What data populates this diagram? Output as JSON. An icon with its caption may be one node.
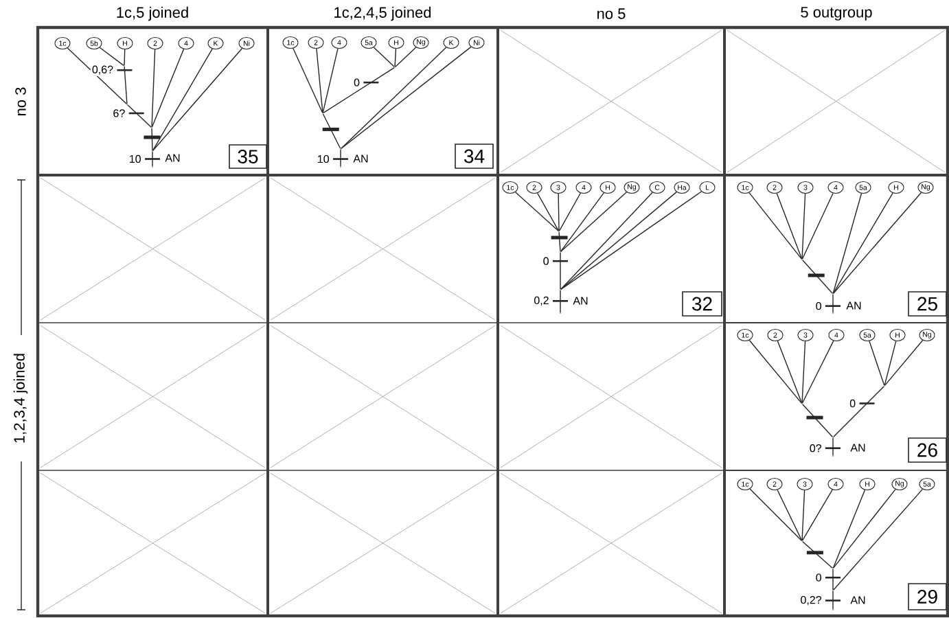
{
  "diagram": {
    "nodes": [
      {
        "text": [
          "1c"
        ]
      },
      {
        "text": [
          "5b"
        ]
      },
      {
        "text": [
          "H"
        ]
      },
      {
        "text": [
          "2"
        ]
      },
      {
        "text": [
          "4"
        ]
      },
      {
        "text": [
          "K"
        ]
      },
      {
        "text": [
          "Ni"
        ]
      },
      {
        "text": [],
        "shape": "point"
      },
      {
        "text": [],
        "shape": "point"
      },
      {
        "text": [],
        "shape": "point"
      },
      {
        "text": [],
        "shape": "point"
      },
      {
        "text": [
          "35"
        ]
      },
      {
        "text": [
          "1c"
        ]
      },
      {
        "text": [
          "2"
        ]
      },
      {
        "text": [
          "4"
        ]
      },
      {
        "text": [
          "5a"
        ]
      },
      {
        "text": [
          "H"
        ]
      },
      {
        "text": [
          "Ng"
        ]
      },
      {
        "text": [
          "K"
        ]
      },
      {
        "text": [
          "Ni"
        ]
      },
      {
        "text": [],
        "shape": "point"
      },
      {
        "text": [],
        "shape": "point"
      },
      {
        "text": [],
        "shape": "point"
      },
      {
        "text": [
          "34"
        ]
      },
      {
        "text": [
          "1c"
        ]
      },
      {
        "text": [
          "2"
        ]
      },
      {
        "text": [
          "3"
        ]
      },
      {
        "text": [
          "4"
        ]
      },
      {
        "text": [
          "H"
        ]
      },
      {
        "text": [
          "Ng"
        ]
      },
      {
        "text": [
          "C"
        ]
      },
      {
        "text": [
          "Ha"
        ]
      },
      {
        "text": [
          "L"
        ]
      },
      {
        "text": [],
        "shape": "point"
      },
      {
        "text": [],
        "shape": "point"
      },
      {
        "text": [],
        "shape": "point"
      },
      {
        "text": [
          "32"
        ]
      },
      {
        "text": [
          "1c"
        ]
      },
      {
        "text": [
          "2"
        ]
      },
      {
        "text": [
          "3"
        ]
      },
      {
        "text": [
          "4"
        ]
      },
      {
        "text": [
          "5a"
        ]
      },
      {
        "text": [
          "H"
        ]
      },
      {
        "text": [
          "Ng"
        ]
      },
      {
        "text": [],
        "shape": "point"
      },
      {
        "text": [],
        "shape": "point"
      },
      {
        "text": [
          "25"
        ]
      },
      {
        "text": [
          "1c"
        ]
      },
      {
        "text": [
          "2"
        ]
      },
      {
        "text": [
          "3"
        ]
      },
      {
        "text": [
          "4"
        ]
      },
      {
        "text": [
          "5a"
        ]
      },
      {
        "text": [
          "H"
        ]
      },
      {
        "text": [
          "Ng"
        ]
      },
      {
        "text": [],
        "shape": "point"
      },
      {
        "text": [],
        "shape": "point"
      },
      {
        "text": [],
        "shape": "point"
      },
      {
        "text": [
          "26"
        ]
      },
      {
        "text": [
          "1c"
        ]
      },
      {
        "text": [
          "2"
        ]
      },
      {
        "text": [
          "3"
        ]
      },
      {
        "text": [
          "4"
        ]
      },
      {
        "text": [
          "H"
        ]
      },
      {
        "text": [
          "Ng"
        ]
      },
      {
        "text": [
          "5a"
        ]
      },
      {
        "text": [],
        "shape": "point"
      },
      {
        "text": [],
        "shape": "point"
      },
      {
        "text": [],
        "shape": "point"
      },
      {
        "text": [
          "29"
        ]
      },
      {
        "text": [],
        "shape": "point",
        "beside": [
          "AN"
        ]
      },
      {
        "text": [],
        "shape": "point",
        "beside": [
          "AN"
        ]
      },
      {
        "text": [],
        "shape": "point",
        "beside": [
          "AN"
        ]
      },
      {
        "text": [],
        "shape": "point",
        "beside": [
          "AN"
        ]
      },
      {
        "text": [],
        "shape": "point",
        "beside": [
          "AN"
        ]
      },
      {
        "text": [],
        "shape": "point",
        "beside": [
          "AN"
        ]
      }
    ],
    "edges": [
      {
        "from": 1,
        "to": 7,
        "arrow": "none"
      },
      {
        "from": 2,
        "to": 7,
        "arrow": "none"
      },
      {
        "from": 7,
        "to": 8,
        "arrow": "none",
        "label": "0,6?"
      },
      {
        "from": 0,
        "to": 8,
        "arrow": "none"
      },
      {
        "from": 8,
        "to": 9,
        "arrow": "none",
        "label": "6?"
      },
      {
        "from": 3,
        "to": 9,
        "arrow": "none"
      },
      {
        "from": 4,
        "to": 9,
        "arrow": "none"
      },
      {
        "from": 9,
        "to": 10,
        "arrow": "none"
      },
      {
        "from": 5,
        "to": 10,
        "arrow": "none"
      },
      {
        "from": 6,
        "to": 10,
        "arrow": "none"
      },
      {
        "from": 10,
        "to": 69,
        "arrow": "none",
        "label": "10"
      },
      {
        "from": 15,
        "to": 20,
        "arrow": "none"
      },
      {
        "from": 16,
        "to": 20,
        "arrow": "none"
      },
      {
        "from": 17,
        "to": 20,
        "arrow": "none"
      },
      {
        "from": 20,
        "to": 21,
        "arrow": "none",
        "label": "0"
      },
      {
        "from": 12,
        "to": 21,
        "arrow": "none"
      },
      {
        "from": 13,
        "to": 21,
        "arrow": "none"
      },
      {
        "from": 14,
        "to": 21,
        "arrow": "none"
      },
      {
        "from": 21,
        "to": 22,
        "arrow": "none"
      },
      {
        "from": 18,
        "to": 22,
        "arrow": "none"
      },
      {
        "from": 19,
        "to": 22,
        "arrow": "none"
      },
      {
        "from": 22,
        "to": 70,
        "arrow": "none",
        "label": "10"
      },
      {
        "from": 24,
        "to": 33,
        "arrow": "none"
      },
      {
        "from": 25,
        "to": 33,
        "arrow": "none"
      },
      {
        "from": 26,
        "to": 33,
        "arrow": "none"
      },
      {
        "from": 27,
        "to": 33,
        "arrow": "none"
      },
      {
        "from": 33,
        "to": 34,
        "arrow": "none"
      },
      {
        "from": 28,
        "to": 34,
        "arrow": "none"
      },
      {
        "from": 29,
        "to": 34,
        "arrow": "none"
      },
      {
        "from": 34,
        "to": 35,
        "arrow": "none",
        "label": "0"
      },
      {
        "from": 30,
        "to": 35,
        "arrow": "none"
      },
      {
        "from": 31,
        "to": 35,
        "arrow": "none"
      },
      {
        "from": 32,
        "to": 35,
        "arrow": "none"
      },
      {
        "from": 35,
        "to": 71,
        "arrow": "none",
        "label": "0,2"
      },
      {
        "from": 37,
        "to": 44,
        "arrow": "none"
      },
      {
        "from": 38,
        "to": 44,
        "arrow": "none"
      },
      {
        "from": 39,
        "to": 44,
        "arrow": "none"
      },
      {
        "from": 40,
        "to": 44,
        "arrow": "none"
      },
      {
        "from": 44,
        "to": 45,
        "arrow": "none"
      },
      {
        "from": 41,
        "to": 45,
        "arrow": "none"
      },
      {
        "from": 42,
        "to": 45,
        "arrow": "none"
      },
      {
        "from": 43,
        "to": 45,
        "arrow": "none"
      },
      {
        "from": 45,
        "to": 72,
        "arrow": "none",
        "label": "0"
      },
      {
        "from": 47,
        "to": 54,
        "arrow": "none"
      },
      {
        "from": 48,
        "to": 54,
        "arrow": "none"
      },
      {
        "from": 49,
        "to": 54,
        "arrow": "none"
      },
      {
        "from": 50,
        "to": 54,
        "arrow": "none"
      },
      {
        "from": 51,
        "to": 55,
        "arrow": "none"
      },
      {
        "from": 52,
        "to": 55,
        "arrow": "none"
      },
      {
        "from": 53,
        "to": 55,
        "arrow": "none"
      },
      {
        "from": 54,
        "to": 56,
        "arrow": "none"
      },
      {
        "from": 55,
        "to": 56,
        "arrow": "none",
        "label": "0"
      },
      {
        "from": 56,
        "to": 73,
        "arrow": "none",
        "label": "0?"
      },
      {
        "from": 58,
        "to": 65,
        "arrow": "none"
      },
      {
        "from": 59,
        "to": 65,
        "arrow": "none"
      },
      {
        "from": 60,
        "to": 65,
        "arrow": "none"
      },
      {
        "from": 61,
        "to": 65,
        "arrow": "none"
      },
      {
        "from": 65,
        "to": 66,
        "arrow": "none"
      },
      {
        "from": 62,
        "to": 66,
        "arrow": "none"
      },
      {
        "from": 63,
        "to": 66,
        "arrow": "none"
      },
      {
        "from": 66,
        "to": 67,
        "arrow": "none",
        "label": "0"
      },
      {
        "from": 64,
        "to": 67,
        "arrow": "none"
      },
      {
        "from": 67,
        "to": 74,
        "arrow": "none",
        "label": "0,2?"
      }
    ],
    "labels": [
      "1c,5 joined",
      "1c,2,4,5 joined",
      "no 5",
      "5 outgroup",
      "no 3",
      "1,2,3,4 joined"
    ]
  }
}
